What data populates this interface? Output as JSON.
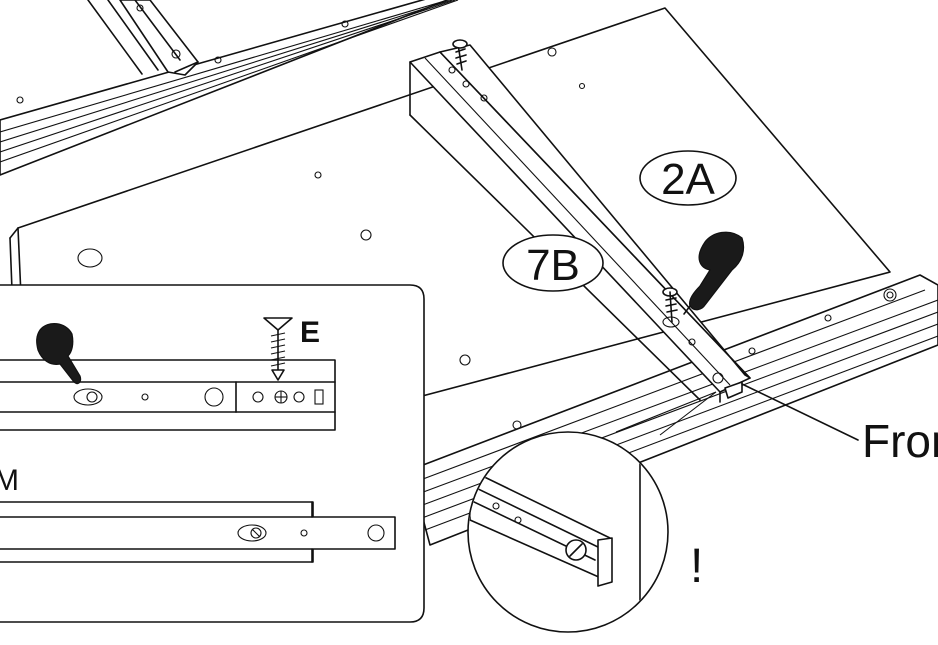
{
  "labels": {
    "panel_top": "2A",
    "rail": "7B",
    "screw": "E",
    "part_m": "M",
    "front": "Front",
    "caution": "!"
  },
  "colors": {
    "line": "#111111",
    "background": "#ffffff",
    "hand": "#1a1a1a"
  },
  "icons": [
    "pointing-hand-icon",
    "screw-icon",
    "magnifier-circle-icon"
  ]
}
